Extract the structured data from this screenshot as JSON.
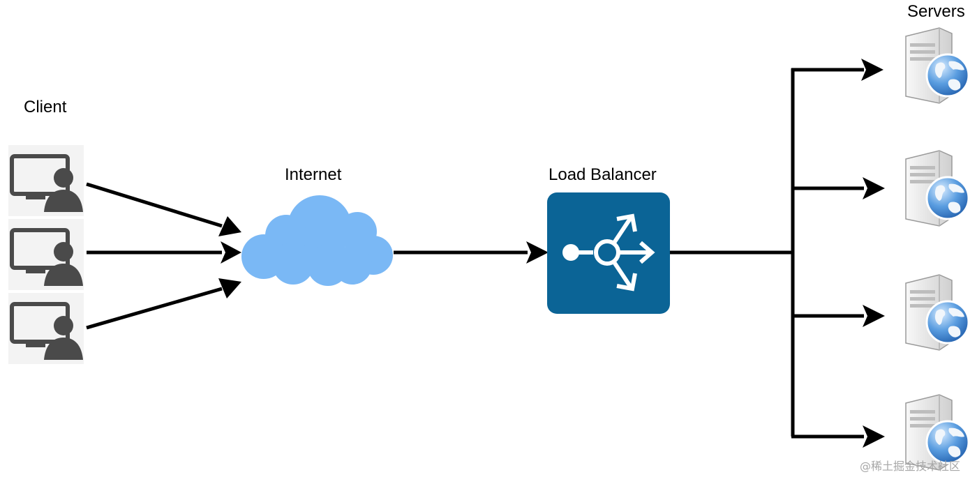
{
  "labels": {
    "client": "Client",
    "internet": "Internet",
    "load_balancer": "Load Balancer",
    "servers": "Servers"
  },
  "watermark": "@稀土掘金技术社区",
  "colors": {
    "cloud": "#7ab8f5",
    "load_balancer_bg": "#0b6496",
    "arrow": "#000000",
    "client_icon": "#4a4a4a",
    "server_body": "#e9e9e9"
  },
  "icons": {
    "client": "user-computer-icon",
    "internet": "cloud-icon",
    "load_balancer": "load-balancer-icon",
    "server": "web-server-icon"
  }
}
